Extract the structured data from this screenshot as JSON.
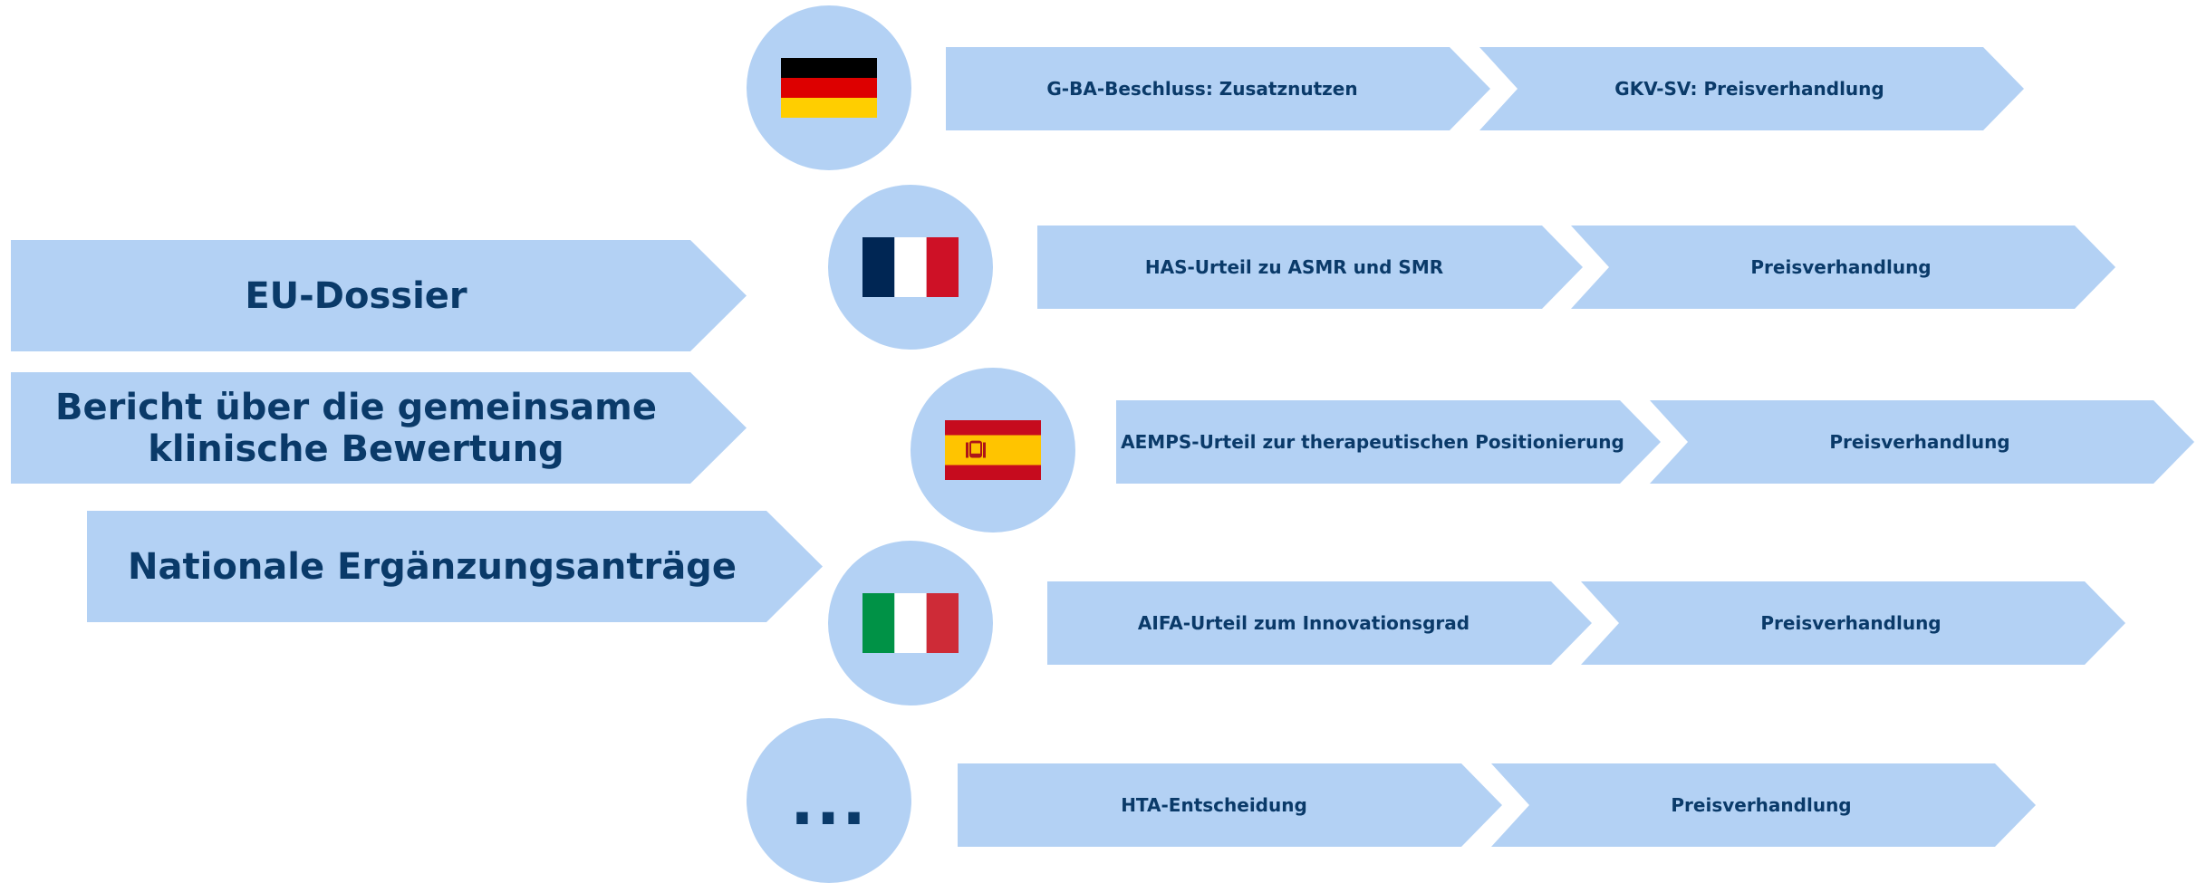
{
  "left": {
    "eu_dossier": "EU-Dossier",
    "joint_report_line1": "Bericht über die gemeinsame",
    "joint_report_line2": "klinische Bewertung",
    "national": "Nationale Ergänzungsanträge"
  },
  "rows": [
    {
      "country": "germany-flag",
      "step1": "G-BA-Beschluss: Zusatznutzen",
      "step2": "GKV-SV: Preisverhandlung"
    },
    {
      "country": "france-flag",
      "step1": "HAS-Urteil zu ASMR und SMR",
      "step2": "Preisverhandlung"
    },
    {
      "country": "spain-flag",
      "step1": "AEMPS-Urteil zur therapeutischen Positionierung",
      "step2": "Preisverhandlung"
    },
    {
      "country": "italy-flag",
      "step1": "AIFA-Urteil zum Innovationsgrad",
      "step2": "Preisverhandlung"
    },
    {
      "country": "ellipsis",
      "marker": "...",
      "step1": "HTA-Entscheidung",
      "step2": "Preisverhandlung"
    }
  ],
  "colors": {
    "shape_fill": "#b3d1f4",
    "text": "#0a3a69"
  }
}
